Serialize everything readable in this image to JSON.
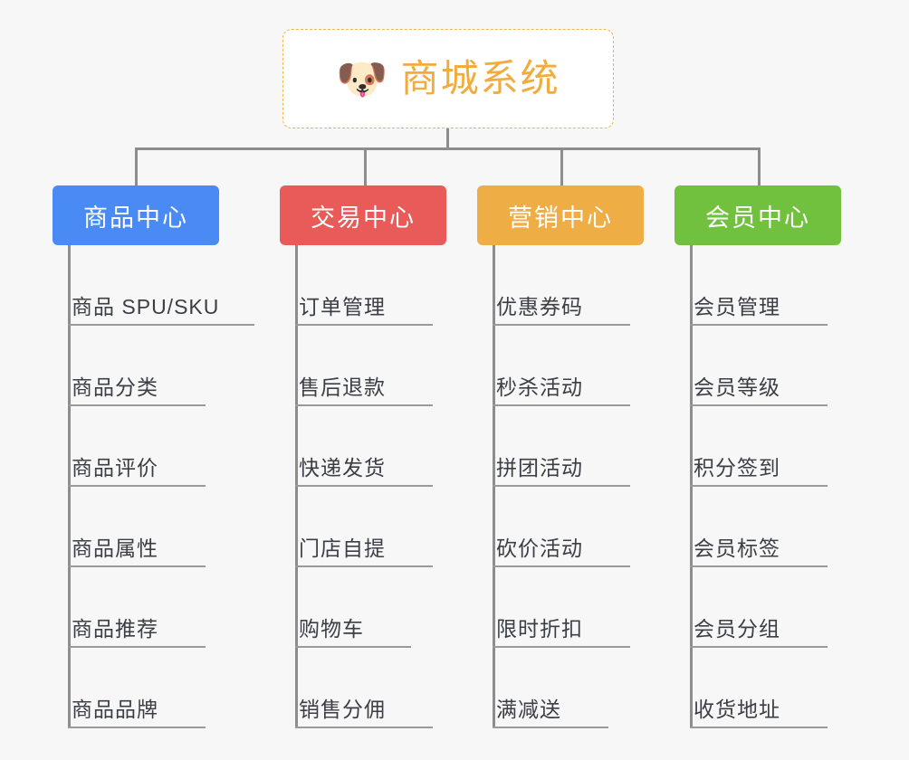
{
  "diagram": {
    "title": "商城系统",
    "root": {
      "icon": "shiba-dog-face-icon",
      "glyph": "🐶",
      "label": "商城系统",
      "border_color": "#f0b44a",
      "text_color": "#f0ac3c",
      "background": "#ffffff"
    },
    "canvas_background": "#f7f7f7",
    "connector_color": "#8d8d8d",
    "leaf_text_color": "#3b3f45",
    "leaf_underline_color": "#9a9a9a",
    "branches": [
      {
        "label": "商品中心",
        "color": "#4a8af4",
        "items": [
          "商品 SPU/SKU",
          "商品分类",
          "商品评价",
          "商品属性",
          "商品推荐",
          "商品品牌"
        ]
      },
      {
        "label": "交易中心",
        "color": "#e85b59",
        "items": [
          "订单管理",
          "售后退款",
          "快递发货",
          "门店自提",
          "购物车",
          "销售分佣"
        ]
      },
      {
        "label": "营销中心",
        "color": "#eeae45",
        "items": [
          "优惠券码",
          "秒杀活动",
          "拼团活动",
          "砍价活动",
          "限时折扣",
          "满减送"
        ]
      },
      {
        "label": "会员中心",
        "color": "#72c13e",
        "items": [
          "会员管理",
          "会员等级",
          "积分签到",
          "会员标签",
          "会员分组",
          "收货地址"
        ]
      }
    ]
  }
}
